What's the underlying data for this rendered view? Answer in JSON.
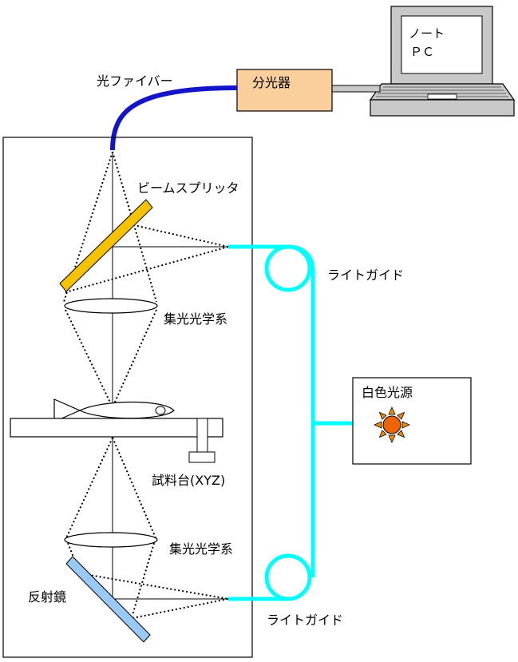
{
  "labels": {
    "fiber": "光ファイバー",
    "spectrometer": "分光器",
    "pc_line1": "ノート",
    "pc_line2": "ＰＣ",
    "beam_splitter": "ビームスプリッタ",
    "light_guide_top": "ライトガイド",
    "condenser_top": "集光光学系",
    "white_light": "白色光源",
    "stage": "試料台(XYZ)",
    "condenser_bottom": "集光光学系",
    "mirror": "反射鏡",
    "light_guide_bottom": "ライトガイド"
  },
  "colors": {
    "fiber": "#1414c8",
    "light_guide": "#00ffff",
    "spectrometer_fill": "#fbcf9c",
    "beam_splitter_fill": "#f5c200",
    "mirror_fill": "#99c9f5",
    "pc_fill": "#c8c8c8",
    "lamp_fill": "#f06400",
    "lamp_ray": "#f08c00"
  }
}
